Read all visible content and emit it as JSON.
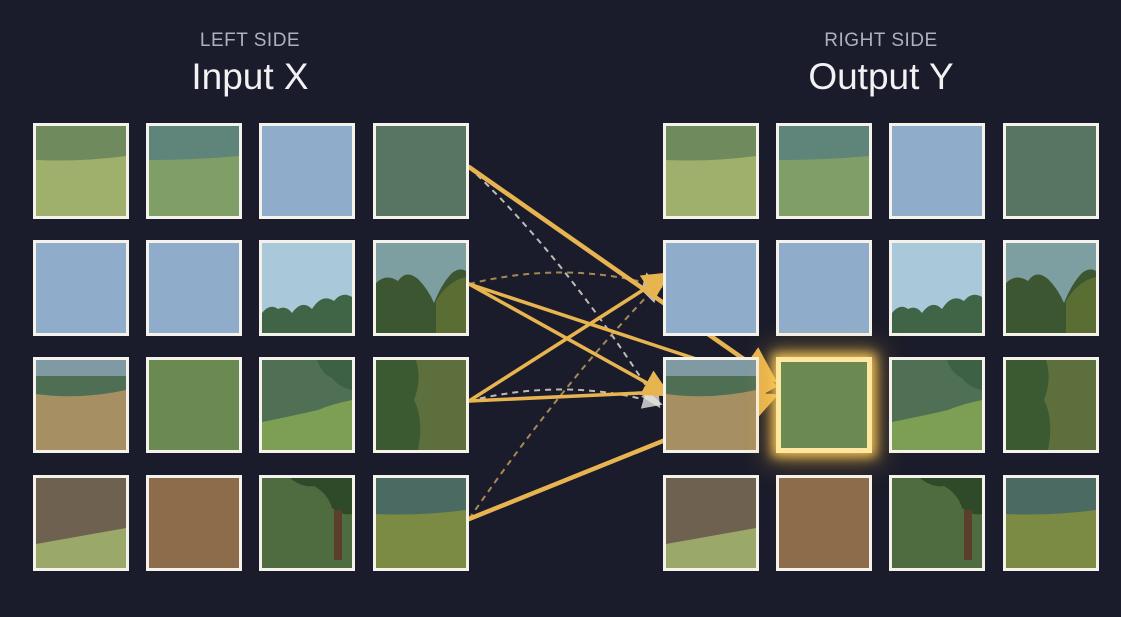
{
  "left": {
    "side_label": "LEFT SIDE",
    "title": "Input X"
  },
  "right": {
    "side_label": "RIGHT SIDE",
    "title": "Output Y"
  },
  "colors": {
    "background": "#1b1c2b",
    "tile_border": "#f4f2ea",
    "arrow_gold": "#e8b450",
    "arrow_dashed_white": "#e6e3dc",
    "arrow_dashed_gold": "#c9a45c",
    "highlight_glow": "#ffd25a"
  },
  "tiles": {
    "left": [
      [
        "sky-grass-light",
        "teal-grass",
        "sky-blue",
        "dark-green"
      ],
      [
        "sky-blue",
        "sky-blue",
        "sky-trees-low",
        "sky-trees-corner"
      ],
      [
        "sky-field-brown",
        "grass-green",
        "trees-grass",
        "dark-trees"
      ],
      [
        "brown-field-grass",
        "brown",
        "trees-shadow",
        "teal-grass-olive"
      ]
    ],
    "right": [
      [
        "sky-grass-light",
        "teal-grass",
        "sky-blue",
        "dark-green"
      ],
      [
        "sky-blue",
        "sky-blue",
        "sky-trees-low",
        "sky-trees-corner"
      ],
      [
        "sky-field-brown",
        "grass-green",
        "trees-grass",
        "dark-trees"
      ],
      [
        "brown-field-grass",
        "brown",
        "trees-shadow",
        "teal-grass-olive"
      ]
    ],
    "highlighted_output": {
      "row": 2,
      "col": 1
    }
  },
  "arrows": {
    "solid": [
      {
        "from": [
          0,
          3
        ],
        "to": "output-2-1"
      },
      {
        "from": [
          1,
          3
        ],
        "to": "output-2-1"
      },
      {
        "from": [
          1,
          3
        ],
        "to": "output-2-0"
      },
      {
        "from": [
          2,
          3
        ],
        "to": "output-2-1"
      },
      {
        "from": [
          2,
          3
        ],
        "to": "output-1-0"
      },
      {
        "from": [
          3,
          3
        ],
        "to": "output-2-1"
      }
    ],
    "dashed": [
      {
        "from": [
          0,
          3
        ],
        "to": "output-2-0"
      },
      {
        "from": [
          1,
          3
        ],
        "to": "output-1-0"
      },
      {
        "from": [
          2,
          3
        ],
        "to": "output-2-0"
      },
      {
        "from": [
          3,
          3
        ],
        "to": "output-1-0"
      }
    ]
  },
  "icons": {
    "sparkle": "sparkle-icon"
  }
}
